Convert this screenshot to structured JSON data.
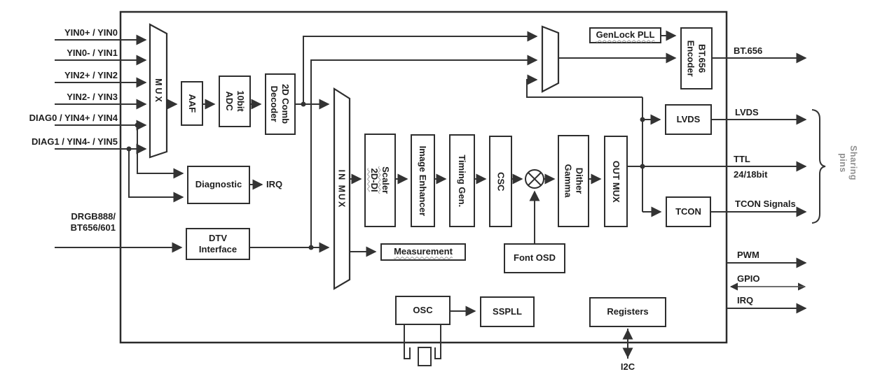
{
  "diagram_title": "video processor block diagram",
  "colors": {
    "line": "#333333",
    "box_border": "#2e2e2e",
    "muted_text": "#8f8f8f",
    "background": "#ffffff"
  },
  "inputs": {
    "items": [
      {
        "label": "YIN0+ / YIN0"
      },
      {
        "label": "YIN0- / YIN1"
      },
      {
        "label": "YIN2+ / YIN2"
      },
      {
        "label": "YIN2- / YIN3"
      },
      {
        "label": "DIAG0 / YIN4+ / YIN4"
      },
      {
        "label": "DIAG1 / YIN4- / YIN5"
      }
    ],
    "digital": "DRGB888/\nBT656/601"
  },
  "blocks": {
    "mux": "MUX",
    "aaf": "AAF",
    "adc": "10bit\nADC",
    "comb": "2D Comb\nDecoder",
    "in_mux": "IN MUX",
    "scaler": "Scaler\n2D-DI",
    "enhancer": "Image Enhancer",
    "timing": "Timing Gen.",
    "csc": "CSC",
    "dither": "Dither\nGamma",
    "out_mux": "OUT MUX",
    "font_osd": "Font OSD",
    "measurement": "Measurement",
    "dtv": "DTV\nInterface",
    "diagnostic": "Diagnostic",
    "genlock": "GenLock PLL",
    "encoder": "BT.656\nEncoder",
    "lvds": "LVDS",
    "tcon": "TCON",
    "osc": "OSC",
    "sspll": "SSPLL",
    "registers": "Registers"
  },
  "outputs": {
    "bt656": "BT.656",
    "lvds": "LVDS",
    "ttl": "TTL",
    "ttl_bits": "24/18bit",
    "tcon": "TCON Signals",
    "pwm": "PWM",
    "gpio": "GPIO",
    "irq": "IRQ",
    "diag_irq": "IRQ",
    "i2c": "I2C",
    "sharing": "Sharing\npins"
  }
}
